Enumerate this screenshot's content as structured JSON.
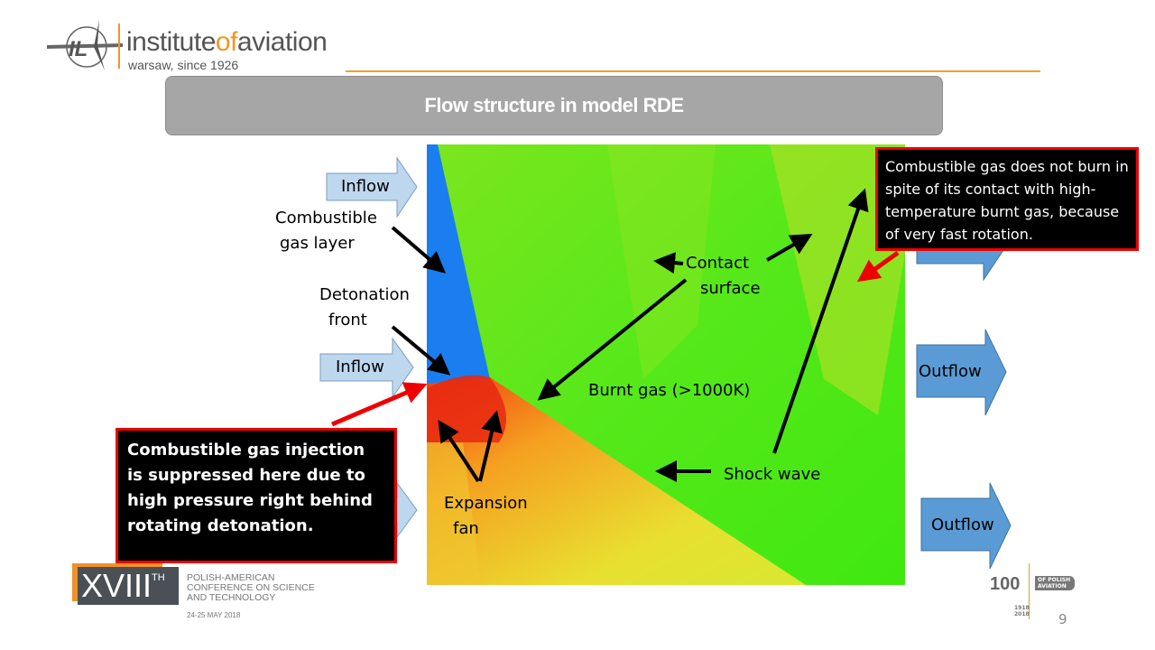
{
  "header": {
    "logo_prefix": "institute",
    "logo_of": "of",
    "logo_suffix": "aviation",
    "logo_sub": "warsaw, since 1926"
  },
  "title": "Flow structure in model RDE",
  "labels": {
    "inflow_1": "Inflow",
    "inflow_2": "Inflow",
    "outflow_1": "Outflow",
    "outflow_2": "Outflow",
    "combustible_gas_layer": [
      "Combustible",
      "gas layer"
    ],
    "detonation_front": [
      "Detonation",
      "front"
    ],
    "contact_surface": [
      "Contact",
      "surface"
    ],
    "burnt_gas": "Burnt gas (>1000K)",
    "shock_wave": "Shock wave",
    "expansion_fan": [
      "Expansion",
      "fan"
    ]
  },
  "notes": {
    "top_right": "Combustible gas does not burn in spite of its contact with high-temperature burnt gas, because of very fast rotation.",
    "bottom_left": "Combustible gas injection is suppressed here due to high pressure right behind rotating detonation."
  },
  "footer": {
    "conf_number": "XVIII",
    "conf_sup": "TH",
    "conf_lines": [
      "POLISH-AMERICAN",
      "CONFERENCE ON SCIENCE",
      "AND TECHNOLOGY"
    ],
    "conf_date": "24-25 MAY 2018",
    "centenary": "100",
    "centenary_text": [
      "OF POLISH",
      "AVIATION"
    ],
    "centenary_years": [
      "1918",
      "2018"
    ],
    "page_number": "9"
  },
  "colors": {
    "accent": "#f0962a",
    "title_bar": "#a6a6a6",
    "inflow": "#bdd7ee",
    "outflow": "#5b9bd5",
    "note_border": "#ee0000"
  }
}
